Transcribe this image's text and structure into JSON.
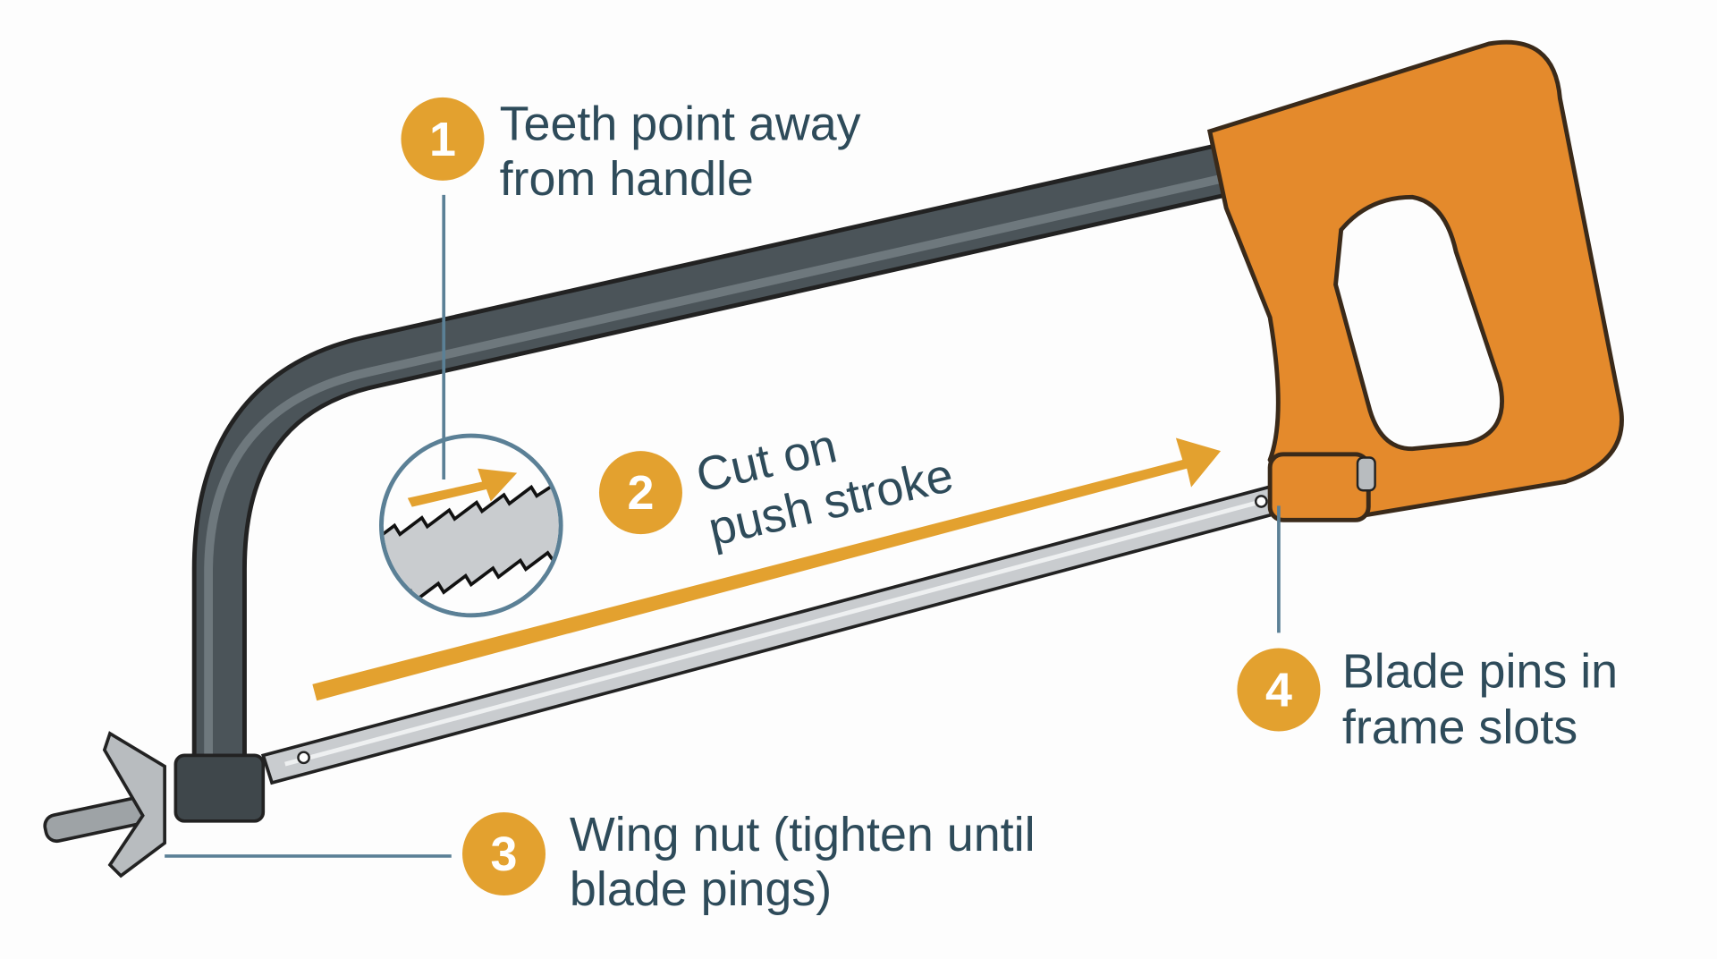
{
  "colors": {
    "accent": "#e3a12f",
    "text": "#2e4b5a",
    "leader": "#5b8096",
    "frame": "#4b5459",
    "handle": "#e48a2c",
    "blade": "#c9cccf"
  },
  "callouts": [
    {
      "number": "1",
      "line1": "Teeth point away",
      "line2": "from handle"
    },
    {
      "number": "2",
      "line1": "Cut on",
      "line2": "push stroke"
    },
    {
      "number": "3",
      "line1": "Wing nut (tighten until",
      "line2": "blade pings)"
    },
    {
      "number": "4",
      "line1": "Blade pins in",
      "line2": "frame slots"
    }
  ]
}
